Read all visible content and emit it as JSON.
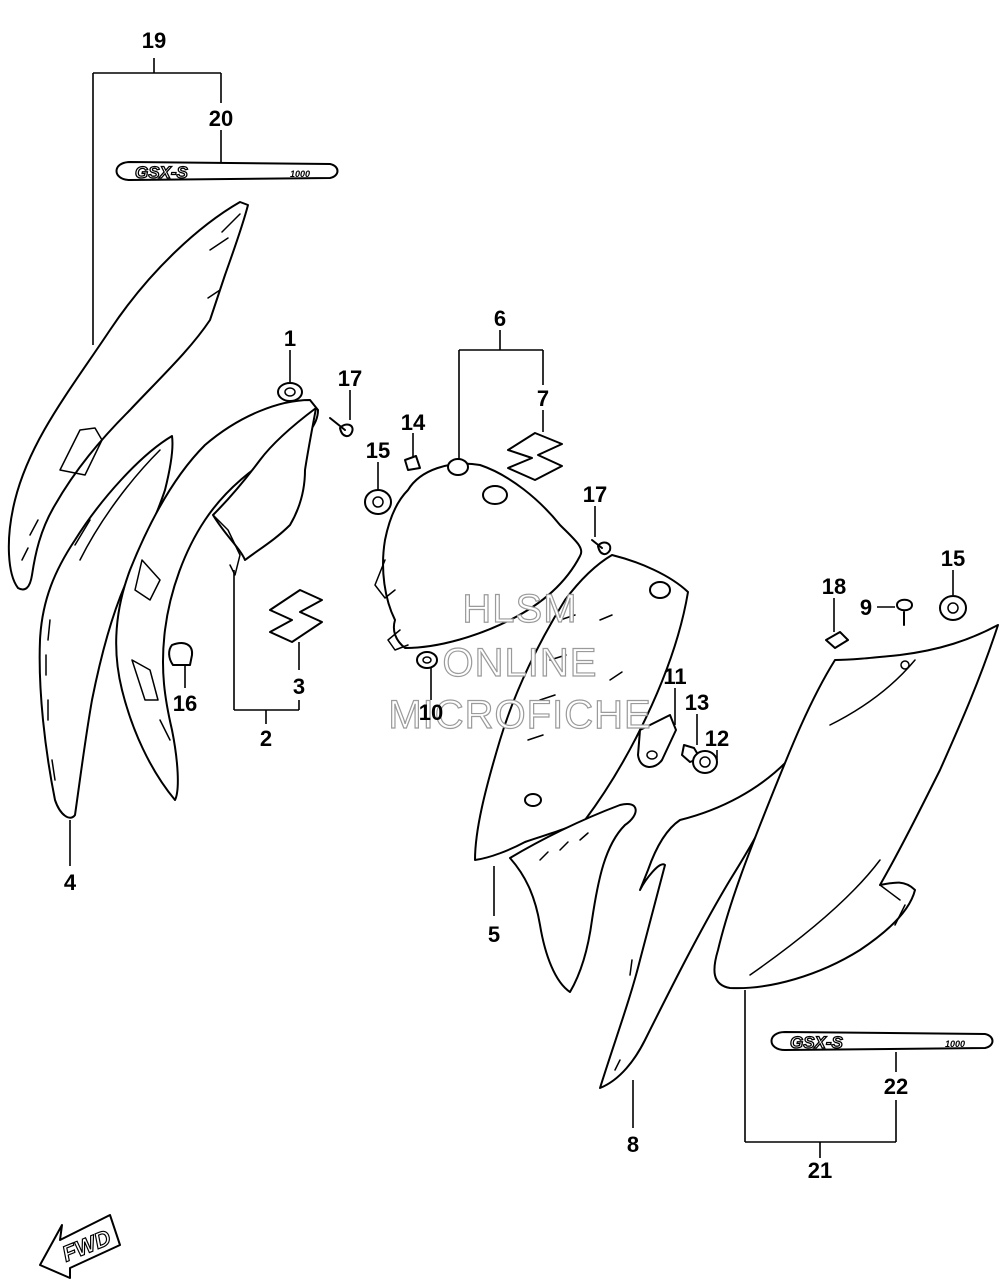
{
  "callouts": {
    "c1": "1",
    "c2": "2",
    "c3": "3",
    "c4": "4",
    "c5": "5",
    "c6": "6",
    "c7": "7",
    "c8": "8",
    "c9": "9",
    "c10": "10",
    "c11": "11",
    "c12": "12",
    "c13": "13",
    "c14": "14",
    "c15a": "15",
    "c15b": "15",
    "c16": "16",
    "c17a": "17",
    "c17b": "17",
    "c18": "18",
    "c19": "19",
    "c20": "20",
    "c21": "21",
    "c22": "22"
  },
  "badges": {
    "model_main": "GSX-S",
    "model_sub": "1000"
  },
  "direction_marker": "FWD",
  "watermark": {
    "line1": "HLSM",
    "line2": "ONLINE",
    "line3": "MICROFICHE"
  },
  "colors": {
    "line": "#000000",
    "fill": "#ffffff",
    "watermark": "#9a9a9a"
  }
}
